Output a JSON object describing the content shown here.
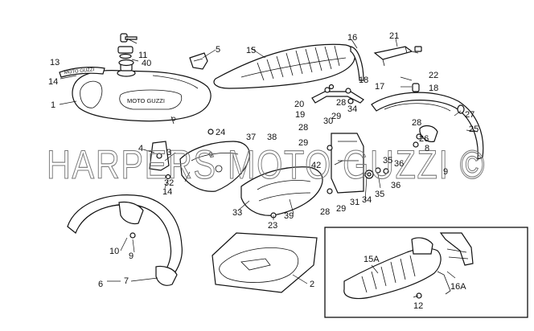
{
  "watermark": "HARPERS MOTO GUZZI ©",
  "labels": {
    "l1": "1",
    "l2": "2",
    "l3": "3",
    "l4": "4",
    "l5": "5",
    "l6": "6",
    "l7": "7",
    "l8": "8",
    "l9a": "9",
    "l9b": "9",
    "l10": "10",
    "l11": "11",
    "l12": "12",
    "l13": "13",
    "l14a": "14",
    "l14b": "14",
    "l15": "15",
    "l15a": "15A",
    "l16": "16",
    "l16a": "16A",
    "l17": "17",
    "l18a": "18",
    "l18b": "18",
    "l19": "19",
    "l20": "20",
    "l21": "21",
    "l22": "22",
    "l23": "23",
    "l24": "24",
    "l25": "25",
    "l26": "26",
    "l27": "27",
    "l28a": "28",
    "l28b": "28",
    "l28c": "28",
    "l28d": "28",
    "l29a": "29",
    "l29b": "29",
    "l29c": "29",
    "l30": "30",
    "l31": "31",
    "l32": "32",
    "l33": "33",
    "l34a": "34",
    "l34b": "34",
    "l35a": "35",
    "l35b": "35",
    "l36a": "36",
    "l36b": "36",
    "l37": "37",
    "l38": "38",
    "l39": "39",
    "l40": "40",
    "l42": "42"
  },
  "tank_lettering": "MOTO GUZZI",
  "badge_lettering": "MOTO GUZZI"
}
